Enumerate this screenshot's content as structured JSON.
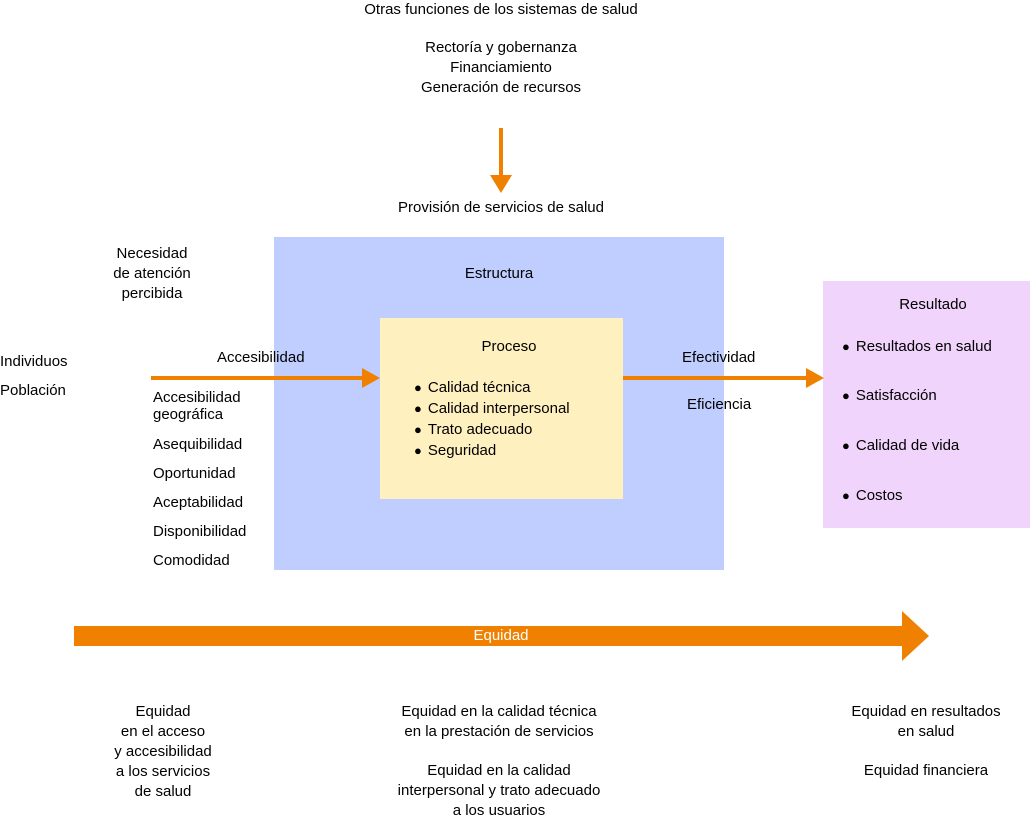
{
  "top": {
    "title": "Otras funciones de los sistemas de salud",
    "items": [
      "Rectoría y gobernanza",
      "Financiamiento",
      "Generación de recursos"
    ]
  },
  "provision_label": "Provisión de servicios de salud",
  "need": [
    "Necesidad",
    "de atención",
    "percibida"
  ],
  "left_labels": [
    "Individuos",
    "Población"
  ],
  "access": {
    "label": "Accesibilidad",
    "items": [
      "Accesibilidad geográfica",
      "Asequibilidad",
      "Oportunidad",
      "Aceptabilidad",
      "Disponibilidad",
      "Comodidad"
    ],
    "first_item_lines": [
      "Accesibilidad",
      "geográfica"
    ]
  },
  "structure": {
    "title": "Estructura",
    "color": "#c0ceff"
  },
  "process": {
    "title": "Proceso",
    "color": "#fff0c0",
    "items": [
      "Calidad técnica",
      "Calidad interpersonal",
      "Trato adecuado",
      "Seguridad"
    ]
  },
  "efectividad": "Efectividad",
  "eficiencia": "Eficiencia",
  "result": {
    "title": "Resultado",
    "color": "#f0d4fb",
    "items": [
      "Resultados en salud",
      "Satisfacción",
      "Calidad de vida",
      "Costos"
    ]
  },
  "equity_arrow": {
    "label": "Equidad",
    "color": "#f08000"
  },
  "bottom": {
    "left": [
      "Equidad",
      "en el acceso",
      "y accesibilidad",
      "a los servicios",
      "de salud"
    ],
    "middle_a": [
      "Equidad en la calidad técnica",
      "en la prestación de servicios"
    ],
    "middle_b": [
      "Equidad en la calidad",
      "interpersonal y trato adecuado",
      "a los usuarios"
    ],
    "right_a": [
      "Equidad en resultados",
      "en salud"
    ],
    "right_b": "Equidad financiera"
  },
  "arrow_color": "#f08000"
}
